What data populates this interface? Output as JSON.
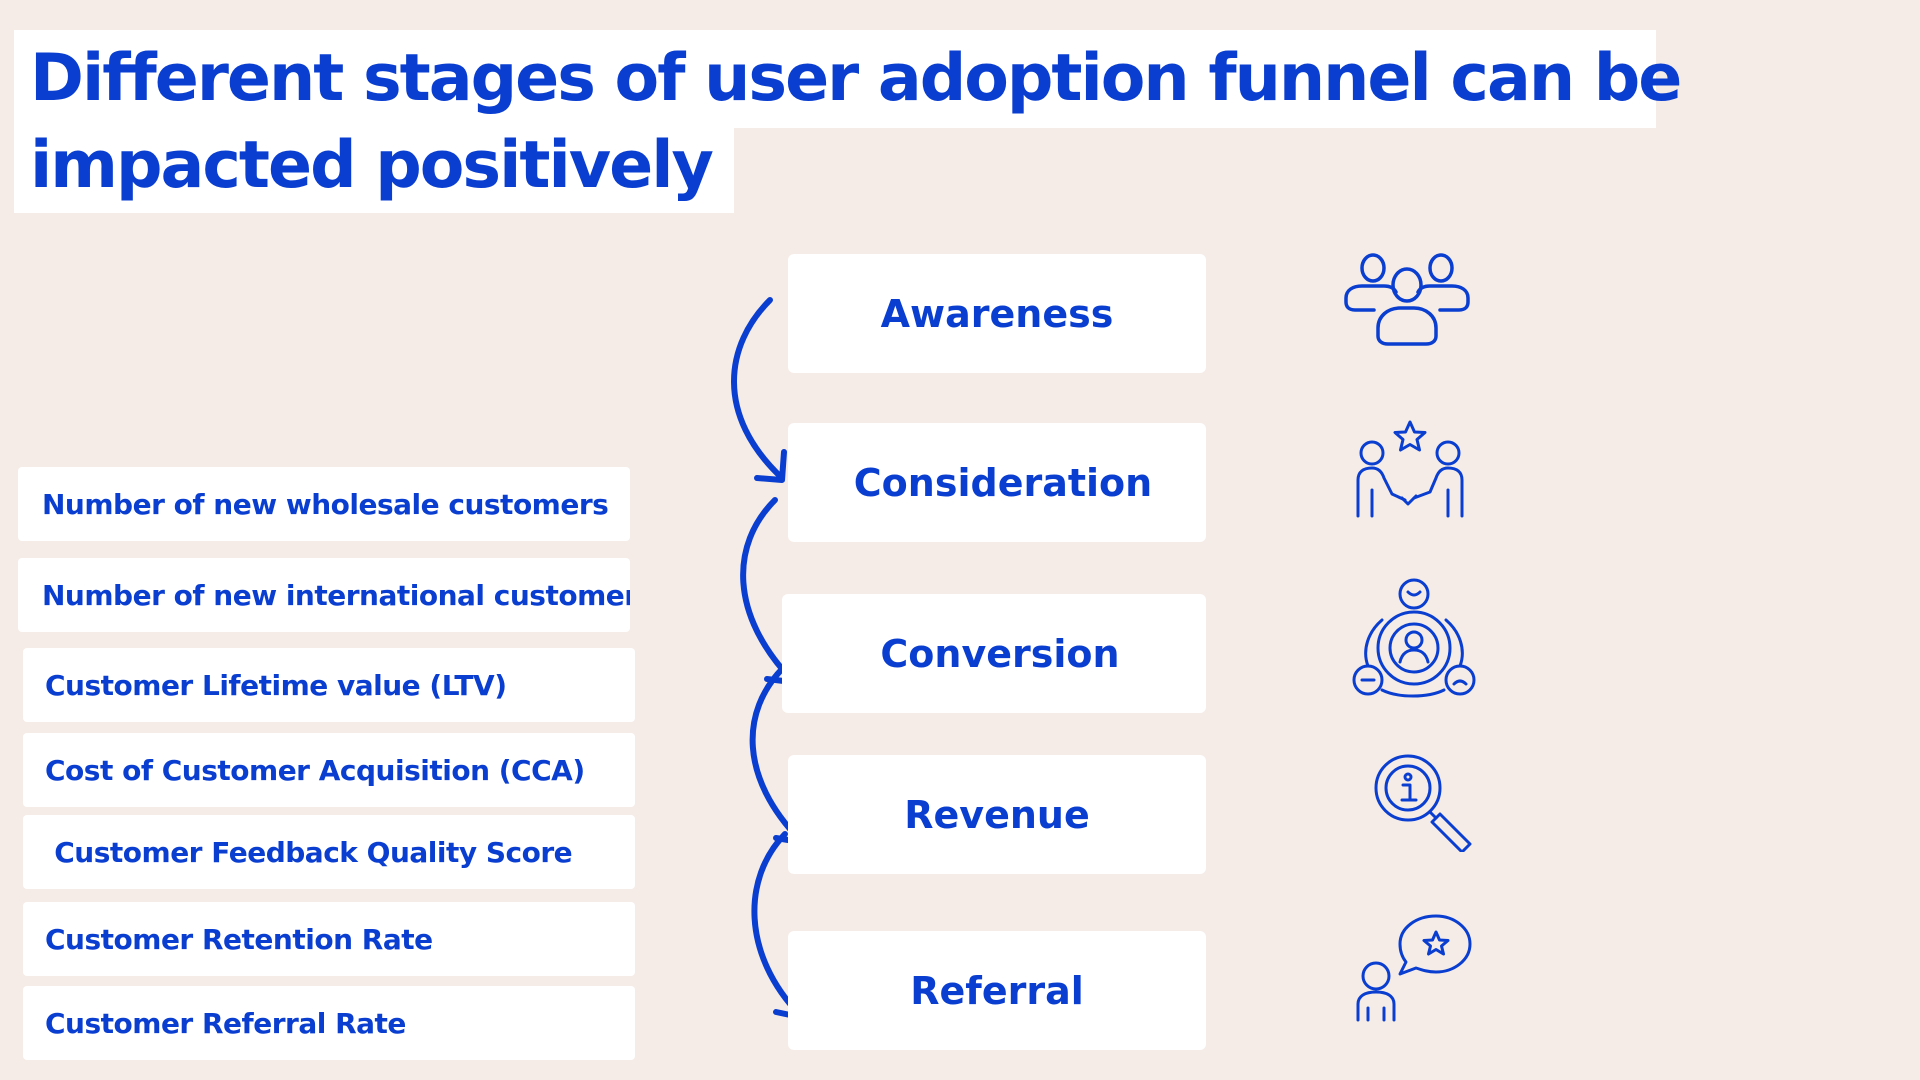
{
  "title": {
    "line1": "Different stages of user adoption funnel can be",
    "line2": "impacted positively"
  },
  "metrics": [
    "Number of new wholesale customers",
    "Number of new international customers",
    "Customer Lifetime value (LTV)",
    "Cost of Customer Acquisition (CCA)",
    " Customer Feedback Quality Score",
    "Customer Retention Rate",
    "Customer Referral Rate"
  ],
  "stages": [
    {
      "label": "Awareness",
      "icon": "group-of-people-icon"
    },
    {
      "label": "Consideration",
      "icon": "handshake-star-icon"
    },
    {
      "label": "Conversion",
      "icon": "customer-circle-icon"
    },
    {
      "label": "Revenue",
      "icon": "info-magnifier-icon"
    },
    {
      "label": "Referral",
      "icon": "person-speech-star-icon"
    }
  ],
  "colors": {
    "background": "#f5ece7",
    "accent": "#0a3ed0",
    "box": "#ffffff"
  }
}
